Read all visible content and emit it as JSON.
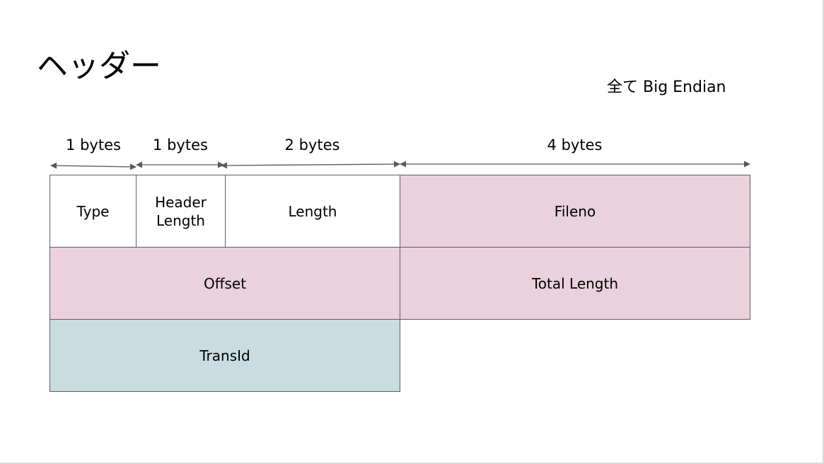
{
  "title": "ヘッダー",
  "note": "全て Big Endian",
  "size_labels": [
    "1 bytes",
    "1 bytes",
    "2 bytes",
    "4 bytes"
  ],
  "fields": {
    "type": "Type",
    "header_length": "Header\nLength",
    "length": "Length",
    "fileno": "Fileno",
    "offset": "Offset",
    "total_length": "Total Length",
    "transid": "TransId"
  },
  "colors": {
    "plain": "#ffffff",
    "highlight_pink": "#ead1dc",
    "highlight_teal": "#c9dde0",
    "border": "#5f5f5f"
  }
}
